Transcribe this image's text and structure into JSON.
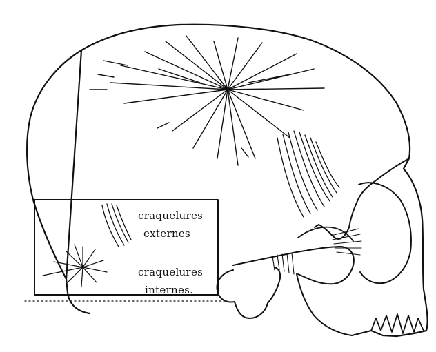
{
  "legend": {
    "external_line1": "craquelures",
    "external_line2": "externes",
    "internal_line1": "craquelures",
    "internal_line2": "internes."
  },
  "colors": {
    "ink": "#111111",
    "background": "#ffffff"
  }
}
